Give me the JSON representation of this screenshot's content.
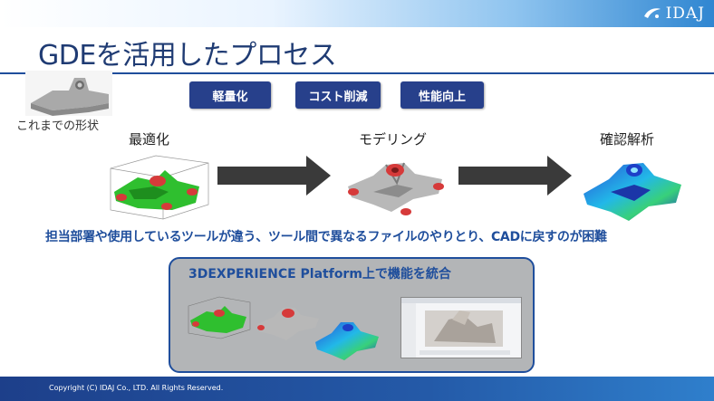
{
  "header": {
    "logo_text": "IDAJ",
    "logo_icon": "swoosh-icon"
  },
  "slide": {
    "title": "GDEを活用したプロセス"
  },
  "original_shape": {
    "label": "これまでの形状"
  },
  "badges": [
    {
      "label": "軽量化"
    },
    {
      "label": "コスト削減"
    },
    {
      "label": "性能向上"
    }
  ],
  "steps": [
    {
      "label": "最適化"
    },
    {
      "label": "モデリング"
    },
    {
      "label": "確認解析"
    }
  ],
  "problem_statement": "担当部署や使用しているツールが違う、ツール間で異なるファイルのやりとり、CADに戻すのが困難",
  "platform_panel": {
    "title": "3DEXPERIENCE Platform上で機能を統合"
  },
  "footer": {
    "copyright": "Copyright (C) IDAJ Co., LTD. All Rights Reserved."
  },
  "colors": {
    "accent": "#1f4e9c",
    "badge": "#27408b",
    "title": "#1f3b73",
    "optimized": "#2fbf2f",
    "part_red": "#d63a3a",
    "part_gray": "#9a9a9a"
  }
}
